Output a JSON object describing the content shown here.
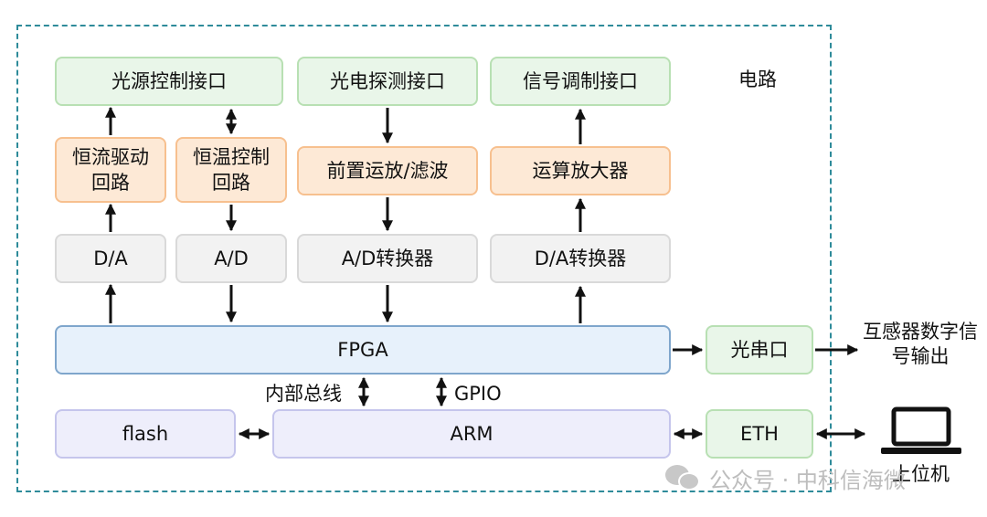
{
  "diagram": {
    "region_label": "电路",
    "interfaces": {
      "light_source": "光源控制接口",
      "photo_detect": "光电探测接口",
      "signal_mod": "信号调制接口"
    },
    "circuits": {
      "constant_current": "恒流驱动回路",
      "temp_control": "恒温控制回路",
      "preamp_filter": "前置运放/滤波",
      "op_amp": "运算放大器"
    },
    "converters": {
      "da_small": "D/A",
      "ad_small": "A/D",
      "ad_conv": "A/D转换器",
      "da_conv": "D/A转换器"
    },
    "fpga": "FPGA",
    "optical_serial": "光串口",
    "output": "互感器数字信号输出",
    "internal_bus": "内部总线",
    "gpio": "GPIO",
    "flash": "flash",
    "arm": "ARM",
    "eth": "ETH",
    "host": "上位机",
    "colors": {
      "interface": "#e9f6e9",
      "circuit": "#fde9d6",
      "converter": "#f2f2f2",
      "fpga": "#e7f1fb",
      "arm": "#eeeefb",
      "frame": "#2e8b9a"
    }
  },
  "watermark": "公众号 · 中科信海微"
}
